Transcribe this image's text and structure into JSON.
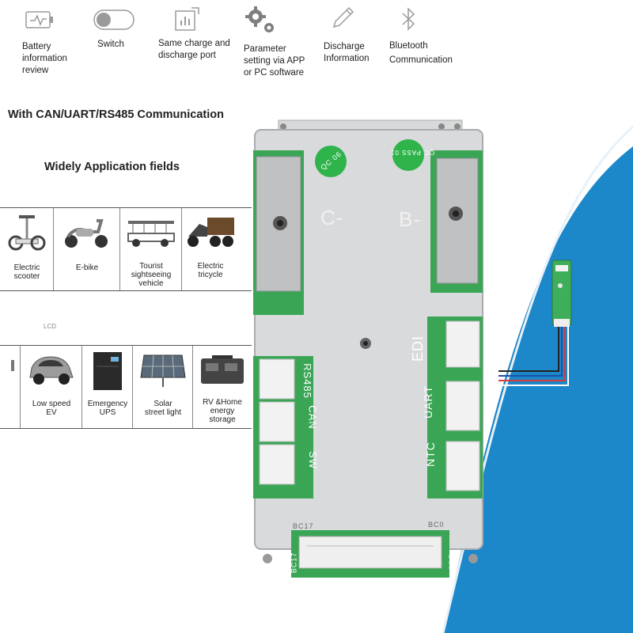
{
  "features": [
    {
      "label": "Battery information review",
      "lines": [
        "Battery",
        "information",
        "review"
      ],
      "icon": "battery-icon"
    },
    {
      "label": "Switch",
      "lines": [
        "Switch"
      ],
      "icon": "toggle-switch-icon"
    },
    {
      "label": "Same charge and discharge port",
      "lines": [
        "Same charge and",
        "discharge port"
      ],
      "icon": "bar-chart-icon"
    },
    {
      "label": "Parameter setting via APP or PC software",
      "lines": [
        "Parameter",
        "setting via APP",
        "or PC software"
      ],
      "icon": "gears-icon"
    },
    {
      "label": "Discharge Information",
      "lines": [
        "Discharge",
        "Information"
      ],
      "icon": "pencil-icon"
    },
    {
      "label": "Bluetooth Communication",
      "lines": [
        "Bluetooth",
        "Communication"
      ],
      "icon": "bluetooth-icon"
    }
  ],
  "headline": "With CAN/UART/RS485 Communication",
  "section_title": "Widely Application fields",
  "applications_row1": [
    {
      "lines": [
        "Electric",
        "scooter"
      ],
      "icon": "self-balancing-scooter-icon"
    },
    {
      "lines": [
        "E-bike"
      ],
      "icon": "e-bike-icon"
    },
    {
      "lines": [
        "Tourist",
        "sightseeing",
        "vehicle"
      ],
      "icon": "tourist-vehicle-icon"
    },
    {
      "lines": [
        "Electric",
        "tricycle"
      ],
      "icon": "electric-tricycle-icon"
    }
  ],
  "lcd_label": "LCD",
  "applications_row2": [
    {
      "lines": [
        "Low speed",
        "EV"
      ],
      "icon": "small-car-icon"
    },
    {
      "lines": [
        "Emergency",
        "UPS"
      ],
      "icon": "ups-icon"
    },
    {
      "lines": [
        "Solar",
        "street light"
      ],
      "icon": "solar-panel-icon"
    },
    {
      "lines": [
        "RV &Home",
        "energy",
        "storage"
      ],
      "icon": "energy-storage-icon"
    }
  ],
  "board_labels": {
    "c_minus": "C-",
    "b_minus": "B-",
    "stamp_left": "QC 06",
    "stamp_right": "QC PASS 01",
    "rs485": "RS485",
    "can": "CAN",
    "sw": "SW",
    "edi": "EDI",
    "uart": "UART",
    "ntc": "NTC",
    "bc17_top": "BC17",
    "bc0_top": "BC0",
    "bc17_side": "BC17",
    "bc0_side": "BC0"
  },
  "colors": {
    "accent_blue": "#1c87c9",
    "pcb_green": "#3aa655",
    "plate_gray": "#d9dadc"
  }
}
